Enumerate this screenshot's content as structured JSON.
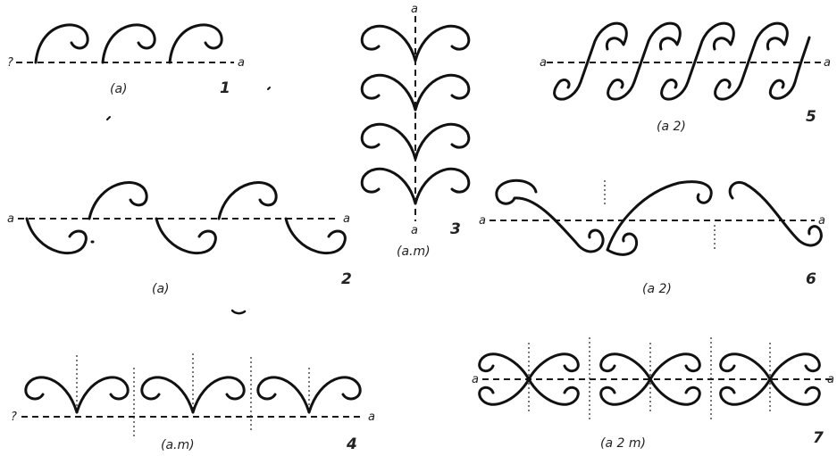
{
  "panels": [
    {
      "number": "1",
      "symbol": "(a)",
      "axis_left": "?",
      "axis_right": "a"
    },
    {
      "number": "2",
      "symbol": "(a)",
      "axis_left": "a",
      "axis_right": "a"
    },
    {
      "number": "3",
      "symbol": "(a.m)",
      "axis_left": "a",
      "axis_right": "a"
    },
    {
      "number": "4",
      "symbol": "(a.m)",
      "axis_left": "?",
      "axis_right": "a"
    },
    {
      "number": "5",
      "symbol": "(a 2)",
      "axis_left": "a",
      "axis_right": "a"
    },
    {
      "number": "6",
      "symbol": "(a 2)",
      "axis_left": "a",
      "axis_right": "a"
    },
    {
      "number": "7",
      "symbol": "(a 2 m)",
      "axis_left": "a",
      "axis_right": "a"
    }
  ]
}
